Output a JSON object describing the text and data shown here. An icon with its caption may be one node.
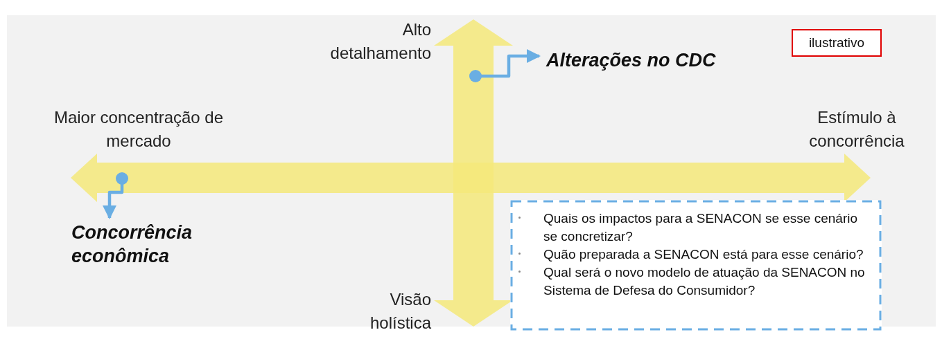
{
  "diagram": {
    "nodes": [
      {
        "text": [
          "Alterações no CDC"
        ]
      },
      {
        "text": [
          "Concorrência econômica"
        ]
      },
      {
        "text": [
          "Quais os impactos para a SENACON se esse cenário se concretizar?",
          "Quão preparada a SENACON está para esse cenário?",
          "Qual será o novo modelo de atuação da SENACON no Sistema de Defesa do Consumidor?"
        ]
      },
      {
        "text": [
          "ilustrativo"
        ]
      }
    ],
    "edges": [
      {
        "from": null,
        "to": 0,
        "arrow": "to"
      },
      {
        "from": null,
        "to": 1,
        "arrow": "to"
      }
    ],
    "labels": [
      "Alto detalhamento",
      "Maior concentração de mercado",
      "Estímulo à concorrência",
      "Visão holística"
    ]
  }
}
